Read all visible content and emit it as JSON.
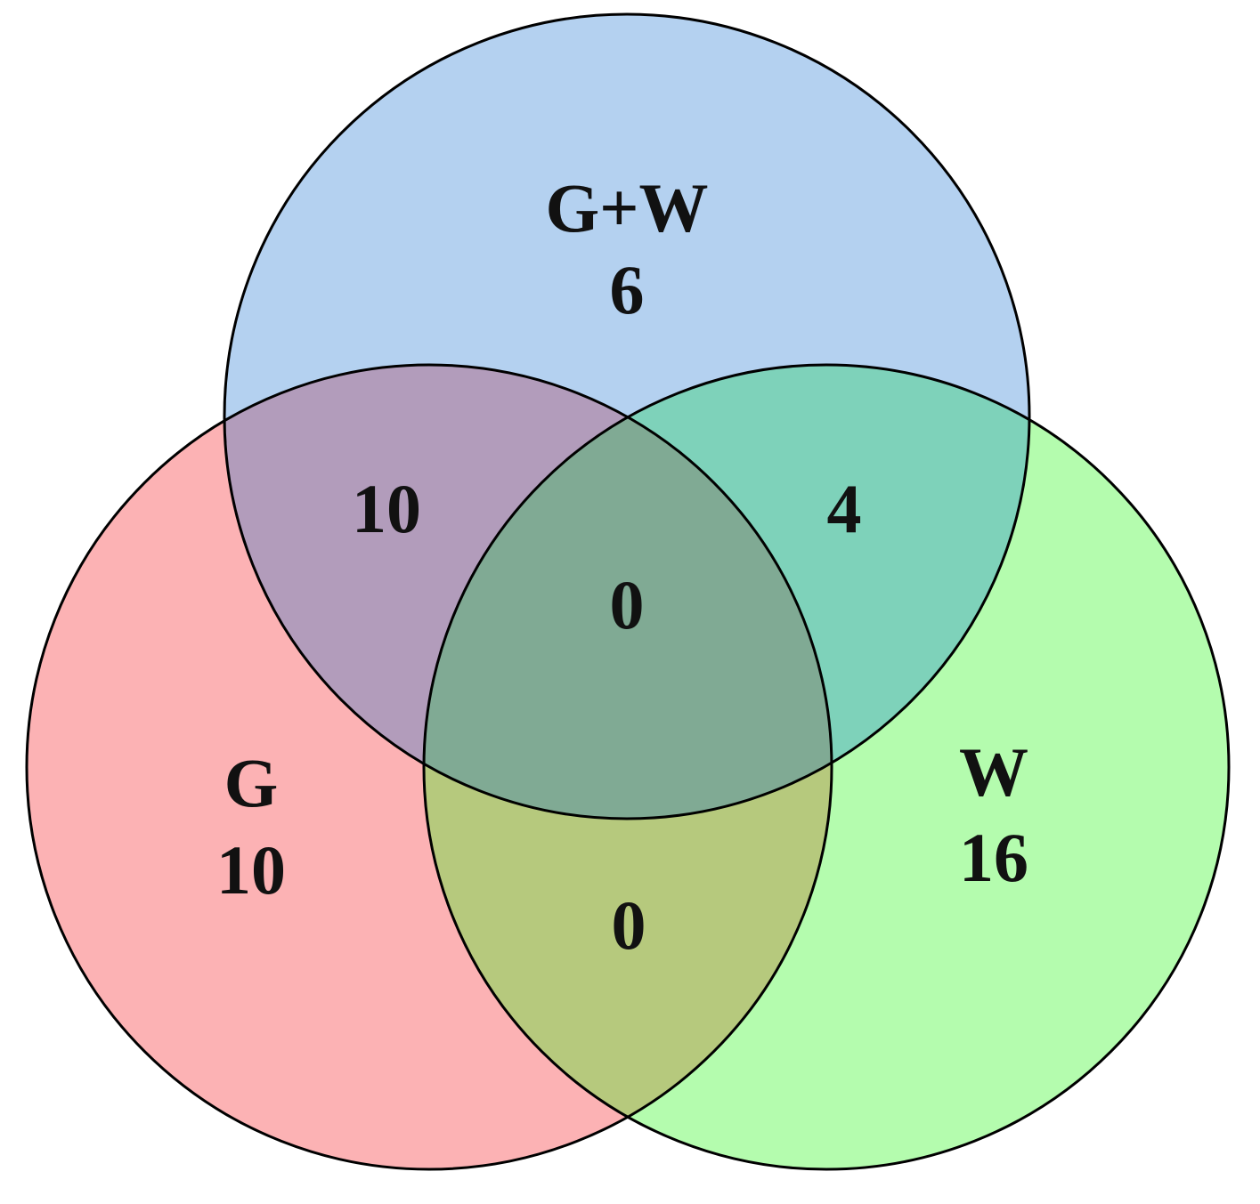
{
  "sets": [
    {
      "key": "gw",
      "name": "G+W",
      "color": "#b4d1f0"
    },
    {
      "key": "g",
      "name": "G",
      "color": "#fcb2b4"
    },
    {
      "key": "w",
      "name": "W",
      "color": "#b4fcae"
    }
  ],
  "regions": {
    "gw_only": {
      "name": "G+W",
      "value": "6"
    },
    "g_only": {
      "name": "G",
      "value": "10"
    },
    "w_only": {
      "name": "W",
      "value": "16"
    },
    "g_and_gw": {
      "value": "10"
    },
    "w_and_gw": {
      "value": "4"
    },
    "g_and_w": {
      "value": "0"
    },
    "all_three": {
      "value": "0"
    }
  },
  "intersection_colors": {
    "g_and_gw": "#b29cbb",
    "w_and_gw": "#7ed2ba",
    "g_and_w": "#b6c97d",
    "all_three": "#80aa94"
  },
  "outline_color": "#000000"
}
